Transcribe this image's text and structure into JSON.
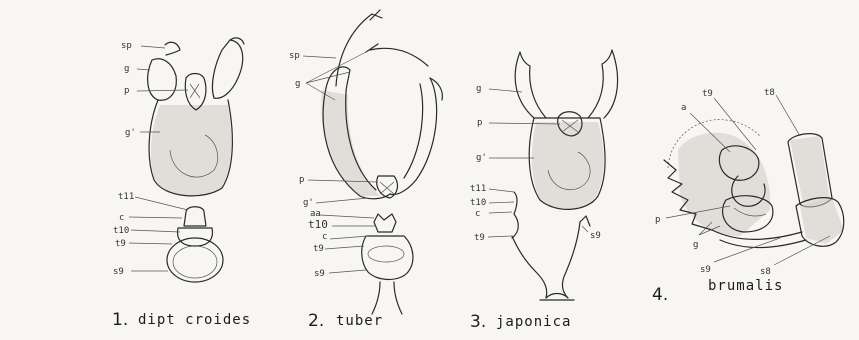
{
  "figures": [
    {
      "number": "1.",
      "name": "dipt croides",
      "labels": {
        "sp": "sp",
        "g": "g",
        "p": "p",
        "g_prime": "g'",
        "t11": "t11",
        "c": "c",
        "t10": "t10",
        "t9": "t9",
        "s9": "s9"
      }
    },
    {
      "number": "2.",
      "name": "tuber",
      "labels": {
        "sp": "sp",
        "g": "g",
        "p": "p",
        "g_prime": "g'",
        "aa": "aa",
        "t10": "t10",
        "c": "c",
        "t9": "t9",
        "s9": "s9"
      }
    },
    {
      "number": "3.",
      "name": "japonica",
      "labels": {
        "g": "g",
        "p": "p",
        "g_prime": "g'",
        "t11": "t11",
        "t10": "t10",
        "c": "c",
        "t9": "t9",
        "s9": "s9"
      }
    },
    {
      "number": "4.",
      "name": "brumalis",
      "labels": {
        "a": "a",
        "t9": "t9",
        "t8": "t8",
        "p": "p",
        "g": "g",
        "s9": "s9",
        "s8": "s8"
      }
    }
  ]
}
